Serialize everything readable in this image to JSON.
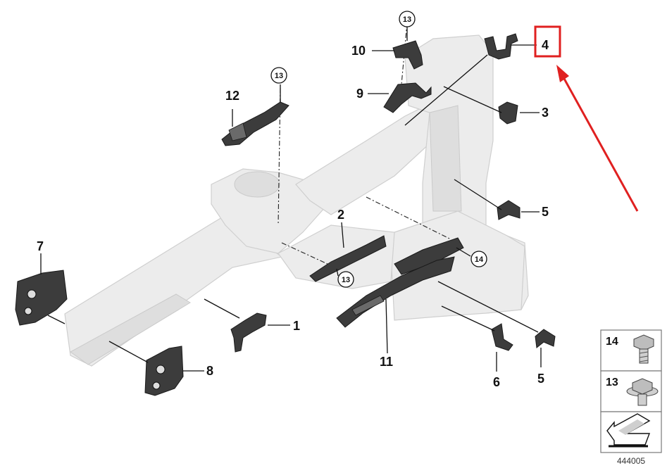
{
  "diagram": {
    "callouts": [
      "1",
      "2",
      "3",
      "4",
      "5",
      "5",
      "6",
      "7",
      "8",
      "9",
      "10",
      "11",
      "12"
    ],
    "circled_refs": [
      "13",
      "13",
      "13",
      "14"
    ],
    "highlighted_callout": "4",
    "highlight_color": "#e02020",
    "legend": {
      "items": [
        {
          "label": "14",
          "icon": "flange-bolt-icon"
        },
        {
          "label": "13",
          "icon": "collar-nut-icon"
        }
      ],
      "direction_icon": "direction-arrow-icon"
    },
    "doc_number": "444005"
  }
}
